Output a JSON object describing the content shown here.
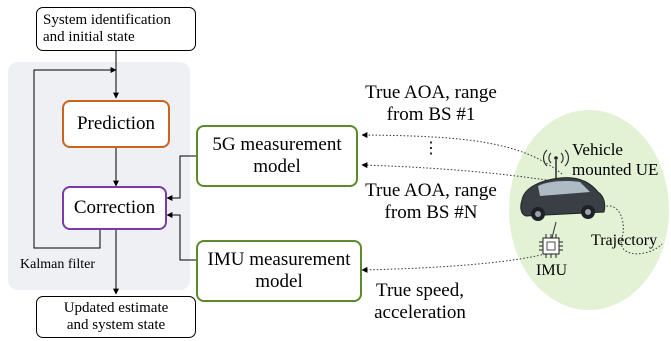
{
  "blocks": {
    "system_id": [
      "System identification",
      "and initial state"
    ],
    "prediction": "Prediction",
    "correction": "Correction",
    "kalman_filter": "Kalman filter",
    "updated": [
      "Updated estimate",
      "and system state"
    ],
    "meas_5g": [
      "5G measurement",
      "model"
    ],
    "meas_imu": [
      "IMU measurement",
      "model"
    ]
  },
  "signals": {
    "bs1": [
      "True AOA, range",
      "from BS #1"
    ],
    "dots": "⋮",
    "bsN": [
      "True AOA, range",
      "from BS #N"
    ],
    "imu": [
      "True speed,",
      "acceleration"
    ]
  },
  "vehicle": {
    "label": [
      "Vehicle",
      "mounted UE"
    ],
    "imu_label": "IMU",
    "trajectory_label": "Trajectory"
  },
  "colors": {
    "prediction_border": "#c8641e",
    "correction_border": "#7a3aa8",
    "measurement_border": "#5a8a2a",
    "kalman_background": "#eef0f4",
    "vehicle_background": "#e3f1d5"
  }
}
